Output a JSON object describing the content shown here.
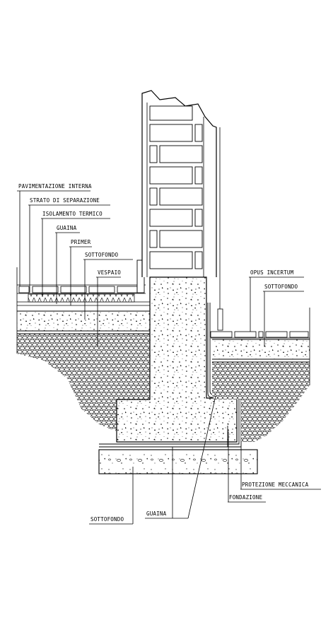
{
  "labels": {
    "pavimentazione": "PAVIMENTAZIONE INTERNA",
    "strato": "STRATO DI SEPARAZIONE",
    "isolamento": "ISOLAMENTO TERMICO",
    "guaina_top": "GUAINA",
    "primer": "PRIMER",
    "sottofondo_left": "SOTTOFONDO",
    "vespaio": "VESPAIO",
    "opus": "OPUS INCERTUM",
    "sottofondo_right": "SOTTOFONDO",
    "protezione": "PROTEZIONE MECCANICA",
    "fondazione": "FONDAZIONE",
    "guaina_bottom": "GUAINA",
    "sottofondo_bottom": "SOTTOFONDO"
  }
}
